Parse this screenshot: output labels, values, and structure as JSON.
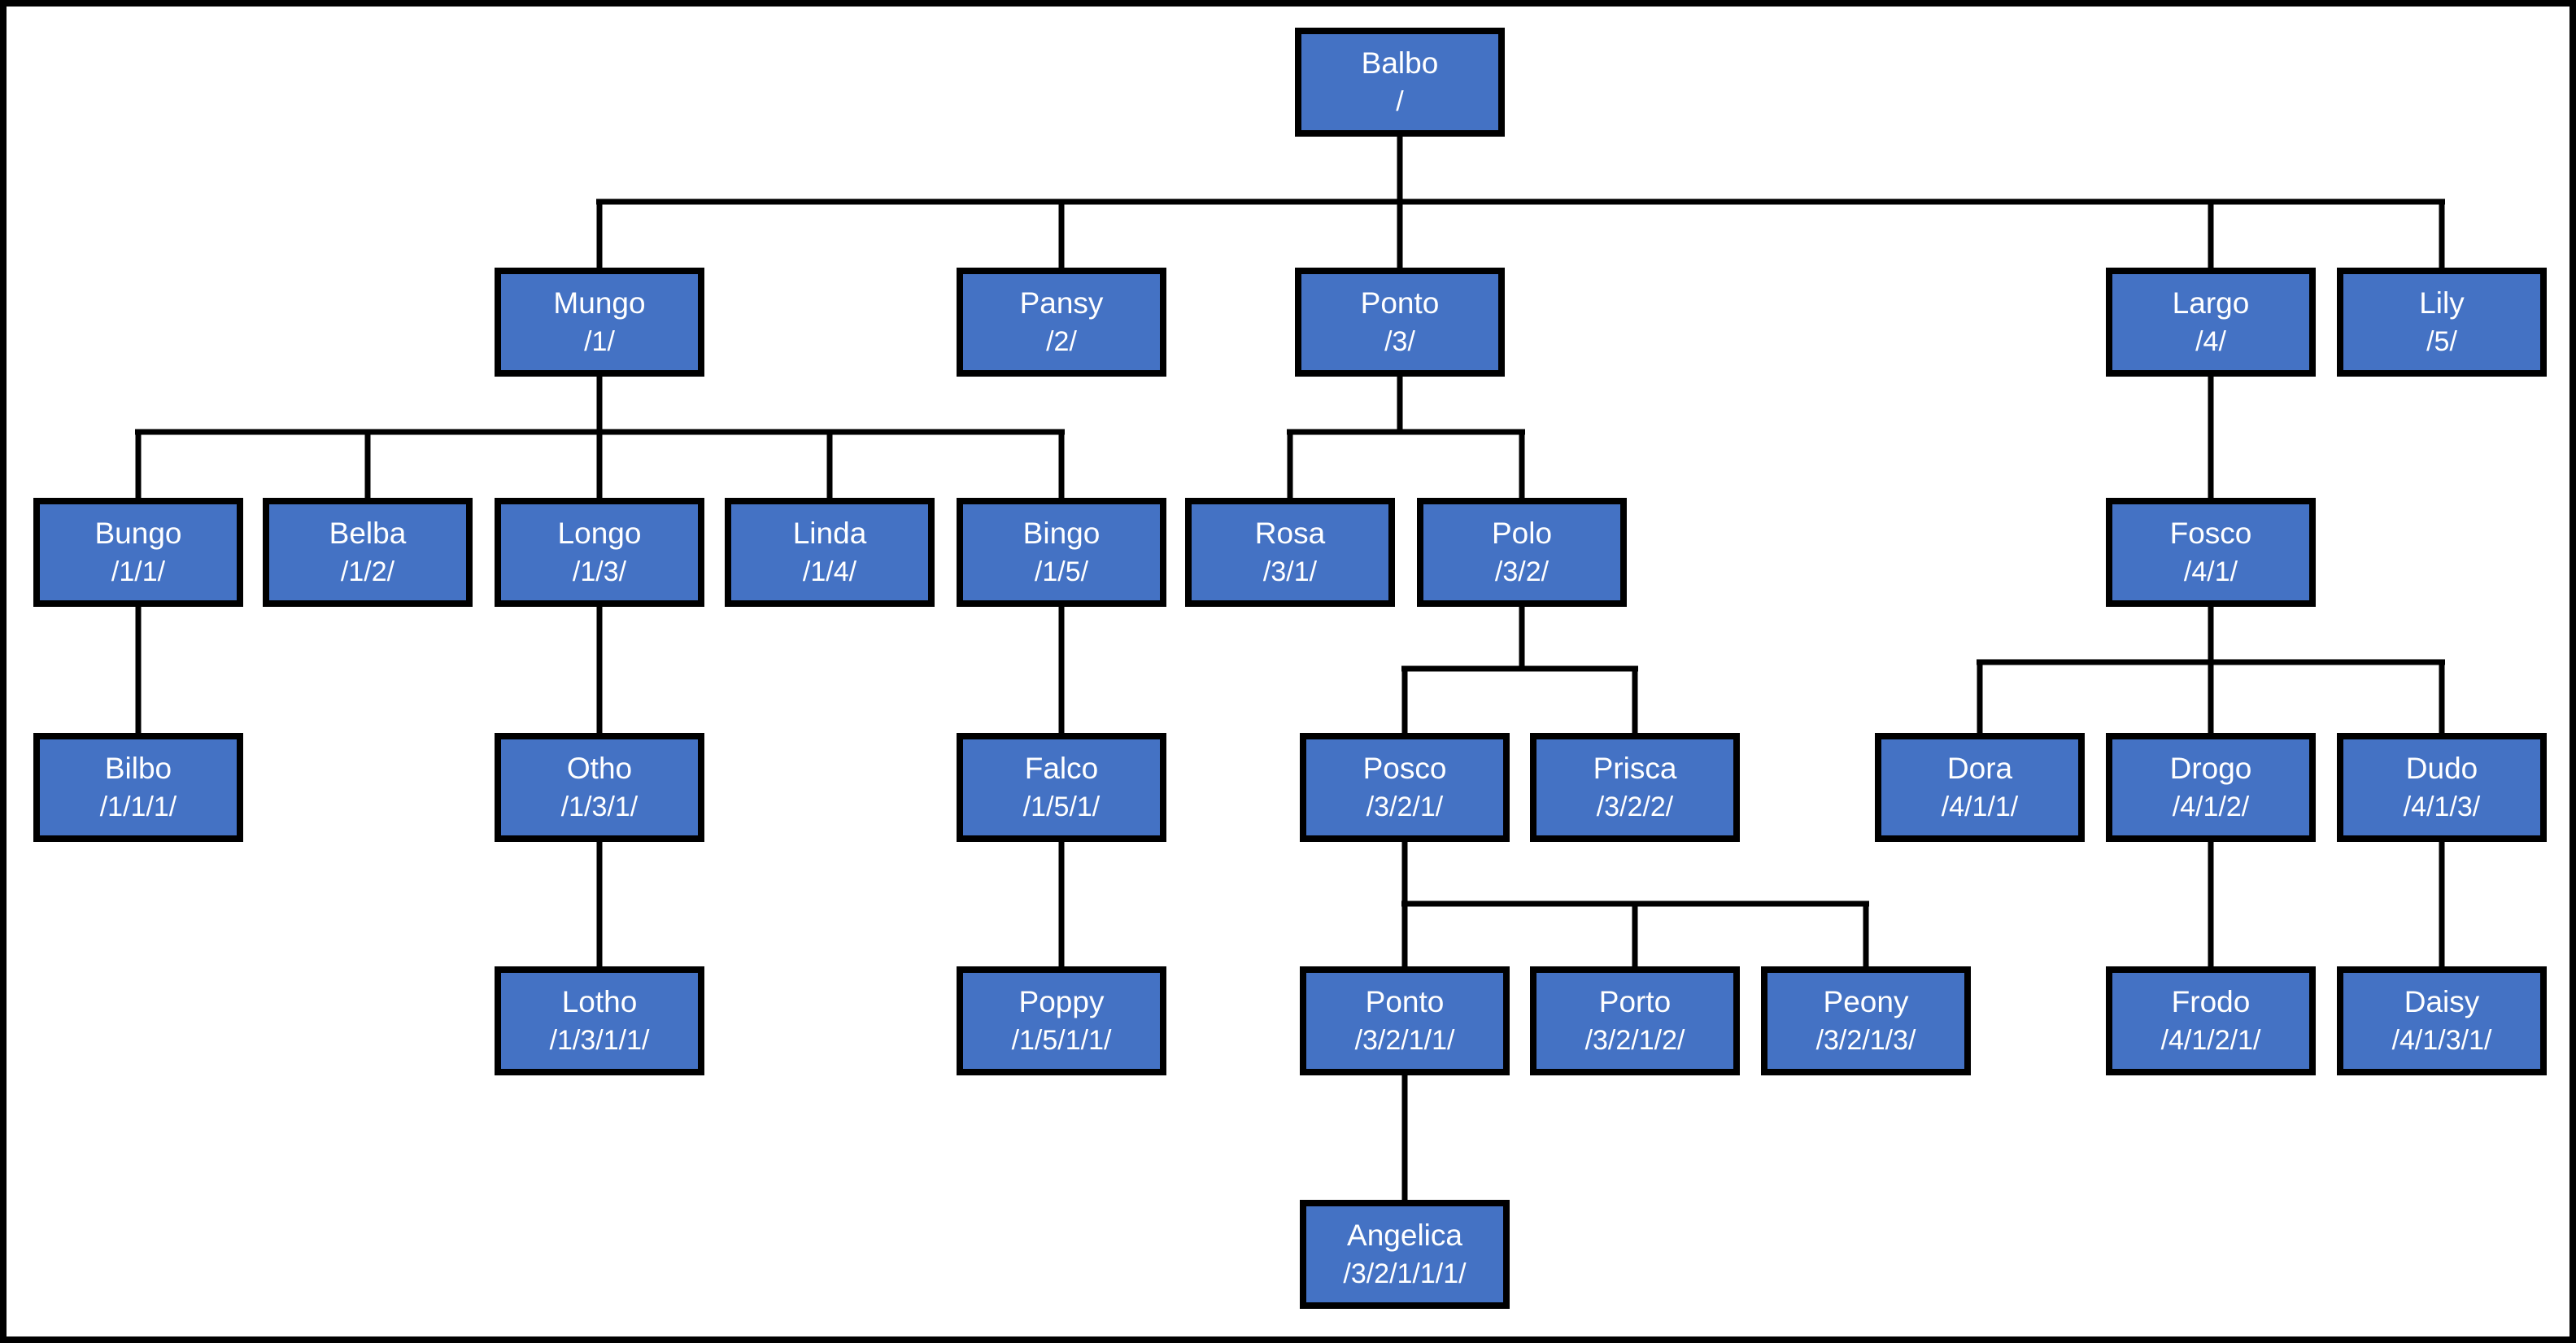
{
  "diagram": {
    "type": "org-chart-family-tree",
    "colors": {
      "node_fill": "#4472C4",
      "node_border": "#000000",
      "node_text": "#FFFFFF",
      "connector": "#000000",
      "background": "#FFFFFF",
      "frame_border": "#000000"
    },
    "nodes": [
      {
        "id": "balbo",
        "label": "Balbo",
        "path": "/",
        "parent": null
      },
      {
        "id": "mungo",
        "label": "Mungo",
        "path": "/1/",
        "parent": "balbo"
      },
      {
        "id": "pansy",
        "label": "Pansy",
        "path": "/2/",
        "parent": "balbo"
      },
      {
        "id": "ponto",
        "label": "Ponto",
        "path": "/3/",
        "parent": "balbo"
      },
      {
        "id": "largo",
        "label": "Largo",
        "path": "/4/",
        "parent": "balbo"
      },
      {
        "id": "lily",
        "label": "Lily",
        "path": "/5/",
        "parent": "balbo"
      },
      {
        "id": "bungo",
        "label": "Bungo",
        "path": "/1/1/",
        "parent": "mungo"
      },
      {
        "id": "belba",
        "label": "Belba",
        "path": "/1/2/",
        "parent": "mungo"
      },
      {
        "id": "longo",
        "label": "Longo",
        "path": "/1/3/",
        "parent": "mungo"
      },
      {
        "id": "linda",
        "label": "Linda",
        "path": "/1/4/",
        "parent": "mungo"
      },
      {
        "id": "bingo",
        "label": "Bingo",
        "path": "/1/5/",
        "parent": "mungo"
      },
      {
        "id": "rosa",
        "label": "Rosa",
        "path": "/3/1/",
        "parent": "ponto"
      },
      {
        "id": "polo",
        "label": "Polo",
        "path": "/3/2/",
        "parent": "ponto"
      },
      {
        "id": "fosco",
        "label": "Fosco",
        "path": "/4/1/",
        "parent": "largo"
      },
      {
        "id": "bilbo",
        "label": "Bilbo",
        "path": "/1/1/1/",
        "parent": "bungo"
      },
      {
        "id": "otho",
        "label": "Otho",
        "path": "/1/3/1/",
        "parent": "longo"
      },
      {
        "id": "falco",
        "label": "Falco",
        "path": "/1/5/1/",
        "parent": "bingo"
      },
      {
        "id": "posco",
        "label": "Posco",
        "path": "/3/2/1/",
        "parent": "polo"
      },
      {
        "id": "prisca",
        "label": "Prisca",
        "path": "/3/2/2/",
        "parent": "polo"
      },
      {
        "id": "dora",
        "label": "Dora",
        "path": "/4/1/1/",
        "parent": "fosco"
      },
      {
        "id": "drogo",
        "label": "Drogo",
        "path": "/4/1/2/",
        "parent": "fosco"
      },
      {
        "id": "dudo",
        "label": "Dudo",
        "path": "/4/1/3/",
        "parent": "fosco"
      },
      {
        "id": "lotho",
        "label": "Lotho",
        "path": "/1/3/1/1/",
        "parent": "otho"
      },
      {
        "id": "poppy",
        "label": "Poppy",
        "path": "/1/5/1/1/",
        "parent": "falco"
      },
      {
        "id": "ponto2",
        "label": "Ponto",
        "path": "/3/2/1/1/",
        "parent": "posco"
      },
      {
        "id": "porto",
        "label": "Porto",
        "path": "/3/2/1/2/",
        "parent": "posco"
      },
      {
        "id": "peony",
        "label": "Peony",
        "path": "/3/2/1/3/",
        "parent": "posco"
      },
      {
        "id": "frodo",
        "label": "Frodo",
        "path": "/4/1/2/1/",
        "parent": "drogo"
      },
      {
        "id": "daisy",
        "label": "Daisy",
        "path": "/4/1/3/1/",
        "parent": "dudo"
      },
      {
        "id": "angelica",
        "label": "Angelica",
        "path": "/3/2/1/1/1/",
        "parent": "ponto2"
      }
    ]
  }
}
